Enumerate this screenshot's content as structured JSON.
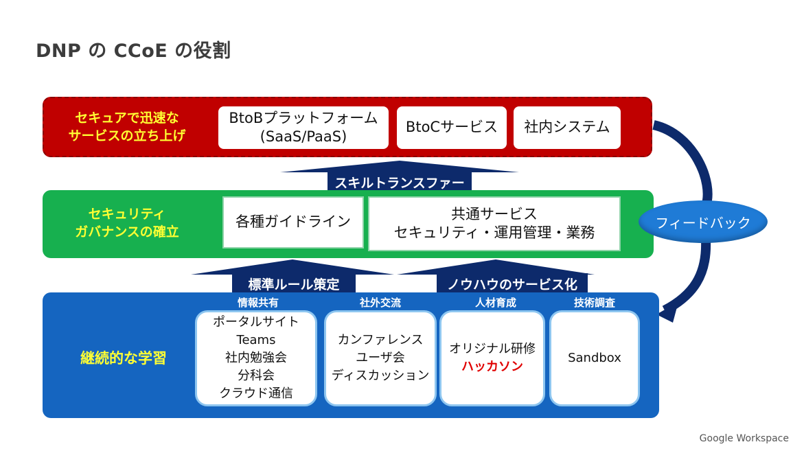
{
  "title": "DNP の CCoE の役割",
  "top_band": {
    "label_line1": "セキュアで迅速な",
    "label_line2": "サービスの立ち上げ",
    "boxes": [
      {
        "line1": "BtoBプラットフォーム",
        "line2": "(SaaS/PaaS)"
      },
      {
        "line1": "BtoCサービス"
      },
      {
        "line1": "社内システム"
      }
    ]
  },
  "arrow_top": "スキルトランスファー",
  "middle_band": {
    "label_line1": "セキュリティ",
    "label_line2": "ガバナンスの確立",
    "boxes": [
      {
        "line1": "各種ガイドライン"
      },
      {
        "line1": "共通サービス",
        "line2": "セキュリティ・運用管理・業務"
      }
    ]
  },
  "arrow_left": "標準ルール策定",
  "arrow_right": "ノウハウのサービス化",
  "bottom_band": {
    "label": "継続的な学習",
    "columns": [
      {
        "head": "情報共有",
        "lines": [
          "ポータルサイト",
          "Teams",
          "社内勉強会",
          "分科会",
          "クラウド通信"
        ]
      },
      {
        "head": "社外交流",
        "lines": [
          "カンファレンス",
          "ユーザ会",
          "ディスカッション"
        ]
      },
      {
        "head": "人材育成",
        "lines": [
          "オリジナル研修"
        ],
        "highlight": "ハッカソン"
      },
      {
        "head": "技術調査",
        "lines": [
          "Sandbox"
        ]
      }
    ]
  },
  "feedback": "フィードバック",
  "footer": "Google Workspace",
  "colors": {
    "top_band": "#c00000",
    "middle_band": "#17b04f",
    "bottom_band": "#1565c0",
    "band_label": "#ffff33",
    "arrow": "#0d2a6b",
    "highlight": "#e00000"
  }
}
